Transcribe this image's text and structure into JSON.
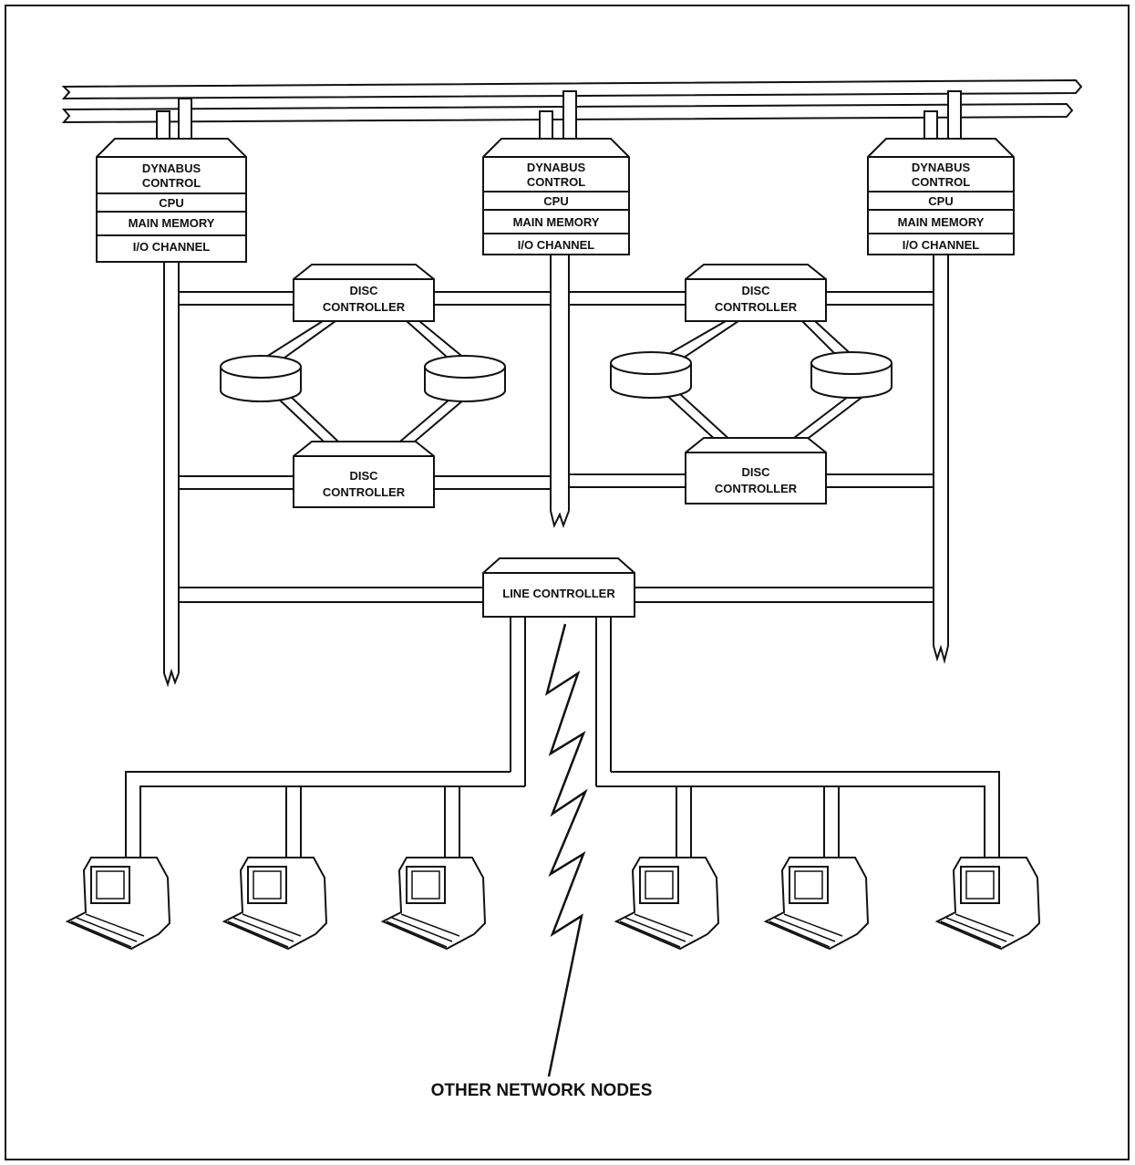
{
  "processor_modules": [
    {
      "rows": [
        "DYNABUS",
        "CONTROL",
        "CPU",
        "MAIN MEMORY",
        "I/O CHANNEL"
      ]
    },
    {
      "rows": [
        "DYNABUS",
        "CONTROL",
        "CPU",
        "MAIN MEMORY",
        "I/O CHANNEL"
      ]
    },
    {
      "rows": [
        "DYNABUS",
        "CONTROL",
        "CPU",
        "MAIN MEMORY",
        "I/O CHANNEL"
      ]
    }
  ],
  "disc_controllers": [
    {
      "line1": "DISC",
      "line2": "CONTROLLER"
    },
    {
      "line1": "DISC",
      "line2": "CONTROLLER"
    },
    {
      "line1": "DISC",
      "line2": "CONTROLLER"
    },
    {
      "line1": "DISC",
      "line2": "CONTROLLER"
    }
  ],
  "line_controller": {
    "label": "LINE CONTROLLER"
  },
  "network_label": "OTHER NETWORK NODES",
  "terminal_count": 6,
  "disc_drive_count": 4
}
